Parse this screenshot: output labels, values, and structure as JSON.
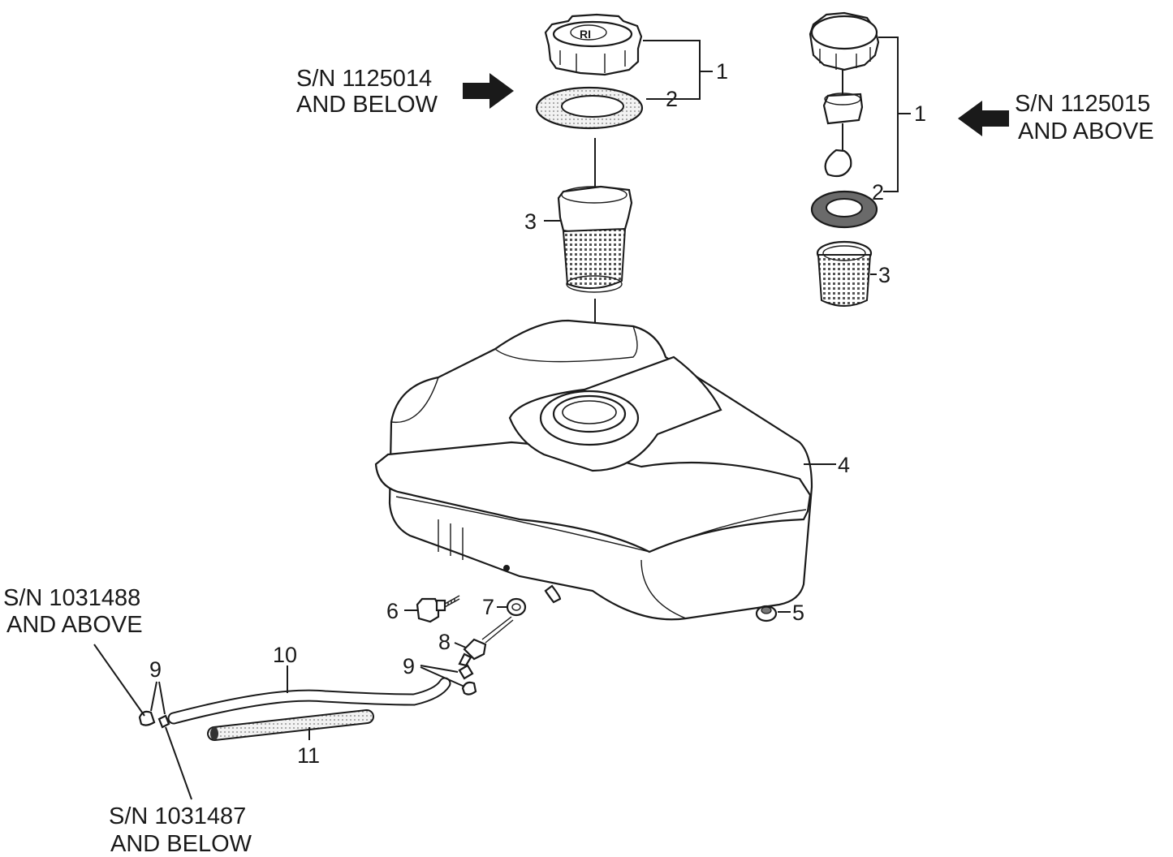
{
  "serial_notes": {
    "cap_old": [
      "S/N 1125014",
      "AND BELOW"
    ],
    "cap_new": [
      "S/N 1125015",
      "AND ABOVE"
    ],
    "clamp_new": [
      "S/N 1031488",
      "AND ABOVE"
    ],
    "clamp_old": [
      "S/N 1031487",
      "AND BELOW"
    ]
  },
  "callouts": {
    "c1_left": "1",
    "c2_left": "2",
    "c3_left": "3",
    "c1_right": "1",
    "c2_right": "2",
    "c3_right": "3",
    "c4": "4",
    "c5": "5",
    "c6": "6",
    "c7": "7",
    "c8": "8",
    "c9_left": "9",
    "c9_right": "9",
    "c10": "10",
    "c11": "11"
  },
  "colors": {
    "ink": "#1a1a1a",
    "paper": "#ffffff",
    "shade": "#cfcfcf"
  },
  "icons": {
    "arrow_right": "arrow-right-icon",
    "arrow_left": "arrow-left-icon"
  }
}
